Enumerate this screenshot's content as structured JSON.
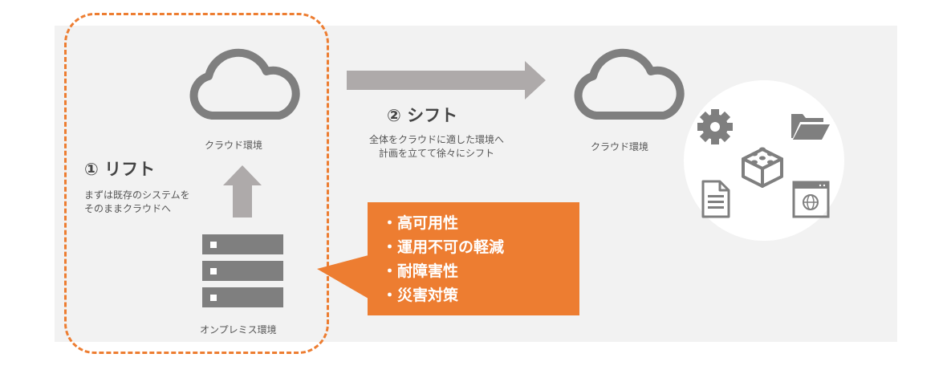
{
  "lift": {
    "title": "① リフト",
    "desc_lines": [
      "まずは既存のシステムを",
      "そのままクラウドへ"
    ]
  },
  "shift": {
    "title": "② シフト",
    "desc_lines": [
      "全体をクラウドに適した環境へ",
      "計画を立てて徐々にシフト"
    ]
  },
  "labels": {
    "cloud_left": "クラウド環境",
    "cloud_right": "クラウド環境",
    "onprem": "オンプレミス環境"
  },
  "benefits": [
    "・高可用性",
    "・運用不可の軽減",
    "・耐障害性",
    "・災害対策"
  ],
  "icons": {
    "cloud": "cloud-icon",
    "server": "server-stack-icon",
    "gear": "gear-icon",
    "folder": "folder-open-icon",
    "block": "block-icon",
    "document": "document-icon",
    "browser": "browser-window-icon"
  },
  "colors": {
    "accent": "#ed7d31",
    "icon_gray": "#7f7f7f",
    "arrow_gray": "#aeaaaa",
    "panel_bg": "#f2f2f2"
  }
}
